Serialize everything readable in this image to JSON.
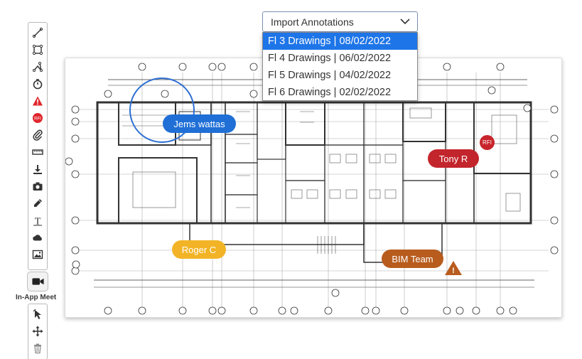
{
  "toolbar": {
    "tools": [
      {
        "icon": "line-icon"
      },
      {
        "icon": "rectangle-icon"
      },
      {
        "icon": "polyline-icon"
      },
      {
        "icon": "clock-icon"
      },
      {
        "icon": "warning-icon"
      },
      {
        "icon": "rfi-icon",
        "label": "RFI"
      },
      {
        "icon": "paperclip-icon"
      },
      {
        "icon": "ruler-icon"
      },
      {
        "icon": "download-icon"
      },
      {
        "icon": "camera-icon"
      },
      {
        "icon": "pencil-icon"
      },
      {
        "icon": "text-icon",
        "label": "T"
      },
      {
        "icon": "cloud-icon"
      },
      {
        "icon": "image-icon"
      }
    ],
    "meet_label": "In-App Meet",
    "secondary_tools": [
      {
        "icon": "pointer-icon"
      },
      {
        "icon": "move-icon"
      },
      {
        "icon": "trash-icon"
      }
    ]
  },
  "import": {
    "label": "Import Annotations",
    "options": [
      {
        "label": "Fl 3 Drawings | 08/02/2022",
        "selected": true
      },
      {
        "label": "Fl 4 Drawings | 06/02/2022",
        "selected": false
      },
      {
        "label": "Fl 5 Drawings | 04/02/2022",
        "selected": false
      },
      {
        "label": "Fl 6 Drawings | 02/02/2022",
        "selected": false
      }
    ]
  },
  "annotations": {
    "jems": {
      "label": "Jems wattas",
      "color": "#1f6fd6"
    },
    "tony": {
      "label": "Tony R",
      "color": "#c3252c"
    },
    "roger": {
      "label": "Roger C",
      "color": "#f2b426"
    },
    "bim": {
      "label": "BIM Team",
      "color": "#b85c1e"
    },
    "rfi": {
      "label": "RFI",
      "color": "#c8242b"
    },
    "warning": {
      "label": "!",
      "color": "#b85c1e"
    }
  },
  "colors": {
    "accent": "#1e75e8",
    "warning_red": "#e0262c"
  }
}
